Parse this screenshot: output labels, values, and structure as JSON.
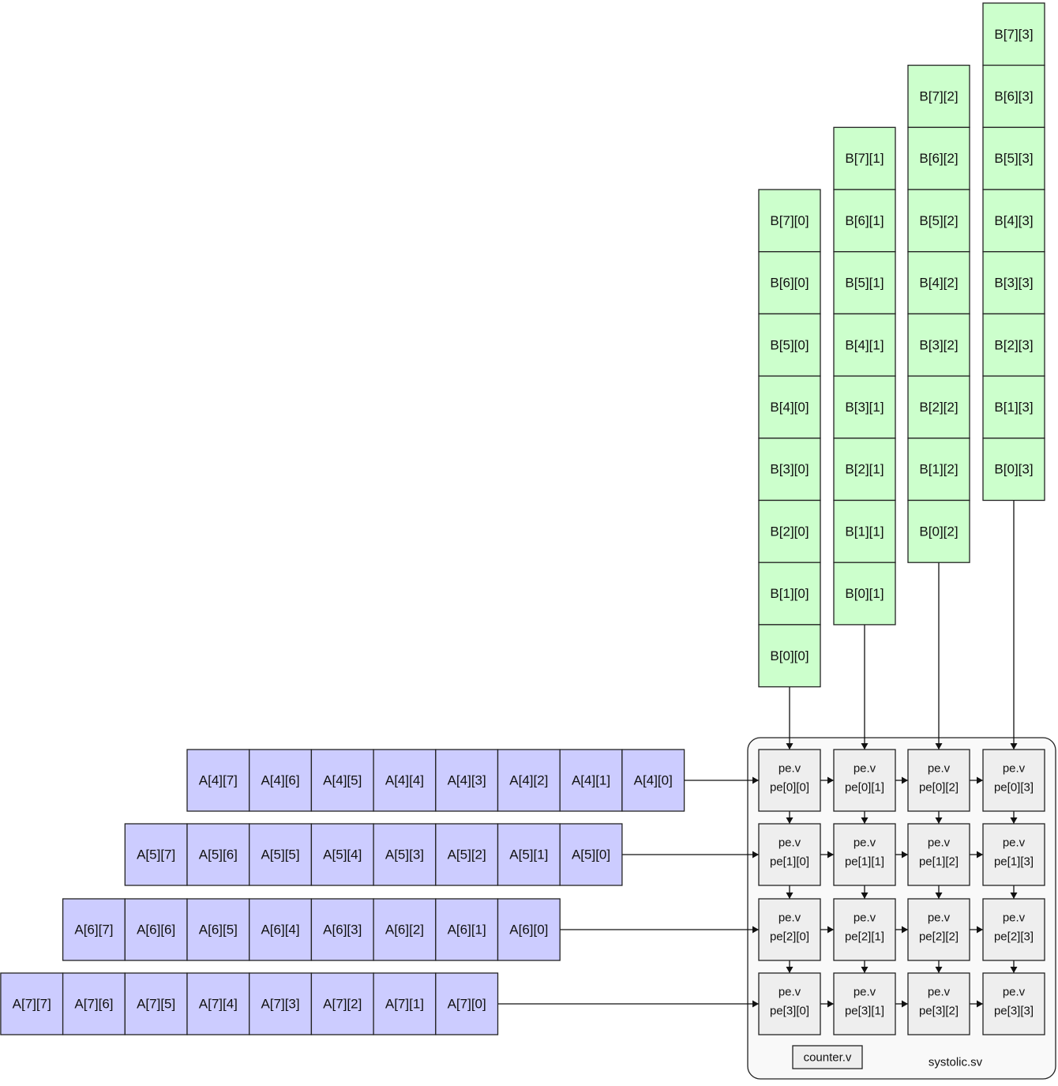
{
  "colors": {
    "a_fill": "#ccccff",
    "b_fill": "#ccffcc",
    "pe_fill": "#eeeeee",
    "module_fill": "#f9f9f9",
    "stroke": "#222222"
  },
  "b_columns": [
    [
      "B[7][0]",
      "B[6][0]",
      "B[5][0]",
      "B[4][0]",
      "B[3][0]",
      "B[2][0]",
      "B[1][0]",
      "B[0][0]"
    ],
    [
      "B[7][1]",
      "B[6][1]",
      "B[5][1]",
      "B[4][1]",
      "B[3][1]",
      "B[2][1]",
      "B[1][1]",
      "B[0][1]"
    ],
    [
      "B[7][2]",
      "B[6][2]",
      "B[5][2]",
      "B[4][2]",
      "B[3][2]",
      "B[2][2]",
      "B[1][2]",
      "B[0][2]"
    ],
    [
      "B[7][3]",
      "B[6][3]",
      "B[5][3]",
      "B[4][3]",
      "B[3][3]",
      "B[2][3]",
      "B[1][3]",
      "B[0][3]"
    ]
  ],
  "a_rows": [
    [
      "A[4][7]",
      "A[4][6]",
      "A[4][5]",
      "A[4][4]",
      "A[4][3]",
      "A[4][2]",
      "A[4][1]",
      "A[4][0]"
    ],
    [
      "A[5][7]",
      "A[5][6]",
      "A[5][5]",
      "A[5][4]",
      "A[5][3]",
      "A[5][2]",
      "A[5][1]",
      "A[5][0]"
    ],
    [
      "A[6][7]",
      "A[6][6]",
      "A[6][5]",
      "A[6][4]",
      "A[6][3]",
      "A[6][2]",
      "A[6][1]",
      "A[6][0]"
    ],
    [
      "A[7][7]",
      "A[7][6]",
      "A[7][5]",
      "A[7][4]",
      "A[7][3]",
      "A[7][2]",
      "A[7][1]",
      "A[7][0]"
    ]
  ],
  "pe_module_label": "pe.v",
  "pe_grid": [
    [
      "pe[0][0]",
      "pe[0][1]",
      "pe[0][2]",
      "pe[0][3]"
    ],
    [
      "pe[1][0]",
      "pe[1][1]",
      "pe[1][2]",
      "pe[1][3]"
    ],
    [
      "pe[2][0]",
      "pe[2][1]",
      "pe[2][2]",
      "pe[2][3]"
    ],
    [
      "pe[3][0]",
      "pe[3][1]",
      "pe[3][2]",
      "pe[3][3]"
    ]
  ],
  "counter_label": "counter.v",
  "top_module_label": "systolic.sv"
}
